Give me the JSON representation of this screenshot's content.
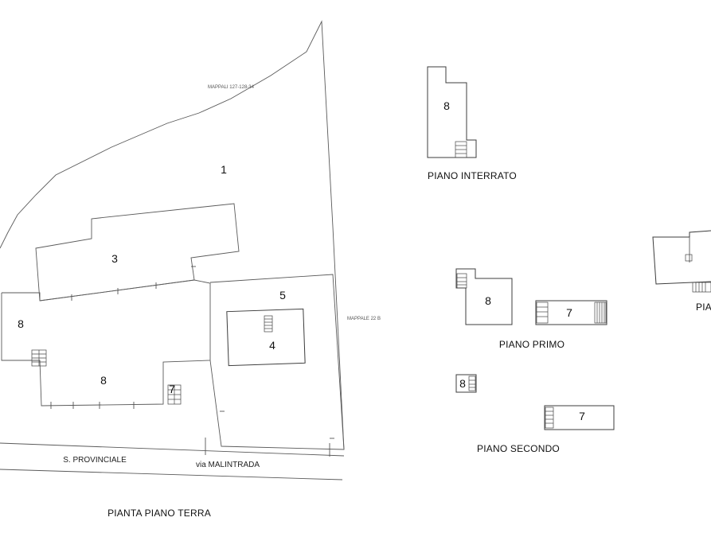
{
  "ground_floor": {
    "caption": "PIANTA PIANO TERRA",
    "lot_labels": [
      "1",
      "3",
      "5",
      "4",
      "8",
      "8",
      "7"
    ],
    "boundary_notes": [
      "MAPPALI 127-128-34",
      "MAPPALE 22 B"
    ],
    "roads": [
      "S. PROVINCIALE",
      "via MALINTRADA"
    ]
  },
  "basement": {
    "caption": "PIANO INTERRATO",
    "labels": [
      "8"
    ]
  },
  "first_floor": {
    "caption": "PIANO PRIMO",
    "labels": [
      "8",
      "7"
    ]
  },
  "second_floor": {
    "caption": "PIANO SECONDO",
    "labels": [
      "8",
      "7"
    ]
  },
  "cut_off_caption": "PIA"
}
